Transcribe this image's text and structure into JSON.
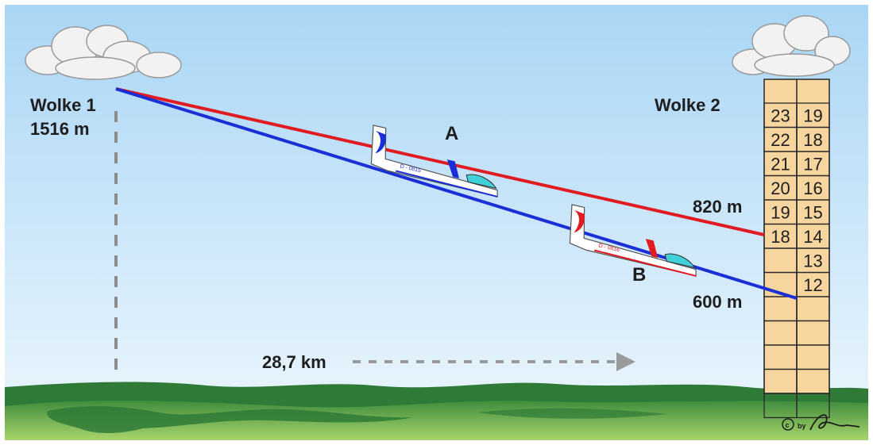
{
  "labels": {
    "cloud1_name": "Wolke 1",
    "cloud1_height": "1516 m",
    "cloud2_name": "Wolke 2",
    "glider_a": "A",
    "glider_b": "B",
    "arrival_a": "820 m",
    "arrival_b": "600 m",
    "distance": "28,7 km",
    "copyright": "by",
    "registration_a": "D - 0815",
    "registration_b": "D - 0816"
  },
  "scale": {
    "left_column": [
      "23",
      "22",
      "21",
      "20",
      "19",
      "18",
      "",
      "",
      "",
      "",
      "",
      "",
      ""
    ],
    "right_column": [
      "19",
      "18",
      "17",
      "16",
      "15",
      "14",
      "13",
      "12",
      "",
      "",
      "",
      "",
      ""
    ]
  },
  "colors": {
    "sky_top": "#a9d6f5",
    "sky_bottom": "#eef7fd",
    "line_a": "#e11b22",
    "line_b": "#1b2fd6",
    "tower": "#f7d59e",
    "ground_dark": "#2f7a36",
    "ground_light": "#8fc85a"
  },
  "icons": [
    "cloud-icon",
    "glider-icon",
    "copyright-icon",
    "signature-icon"
  ]
}
